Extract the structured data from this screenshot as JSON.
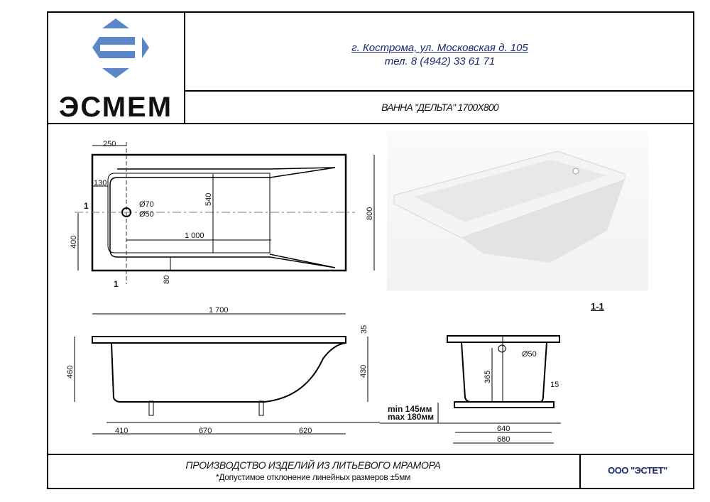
{
  "header": {
    "brand_name": "ЭСМЕМ",
    "address_line": "г. Кострома, ул. Московская д. 105",
    "phone_line": "тел. 8 (4942) 33 61 71",
    "product_title": "ВАННА \"ДЕЛЬТА\" 1700X800"
  },
  "colors": {
    "logo_blue": "#5b87c9",
    "text_navy": "#1a2a6c",
    "line": "#000000"
  },
  "plan_view": {
    "dim_250": "250",
    "dim_130": "130",
    "dim_70": "Ø70",
    "dim_50": "Ø50",
    "dim_540": "540",
    "dim_1000": "1 000",
    "dim_400": "400",
    "dim_80": "80",
    "dim_800": "800",
    "section_mark_top": "1",
    "section_mark_bottom": "1"
  },
  "side_view": {
    "dim_1700": "1 700",
    "dim_35": "35",
    "dim_460": "460",
    "dim_430": "430",
    "dim_410": "410",
    "dim_670": "670",
    "dim_620": "620",
    "leg_min": "min 145мм",
    "leg_max": "max 180мм"
  },
  "section_view": {
    "label": "1-1",
    "dim_50": "Ø50",
    "dim_365": "365",
    "dim_15": "15",
    "dim_640": "640",
    "dim_680": "680"
  },
  "footer": {
    "main": "ПРОИЗВОДСТВО ИЗДЕЛИЙ ИЗ ЛИТЬЕВОГО МРАМОРА",
    "note": "*Допустимое отклонение линейных размеров ±5мм",
    "company": "ООО \"ЭСТЕТ\""
  }
}
